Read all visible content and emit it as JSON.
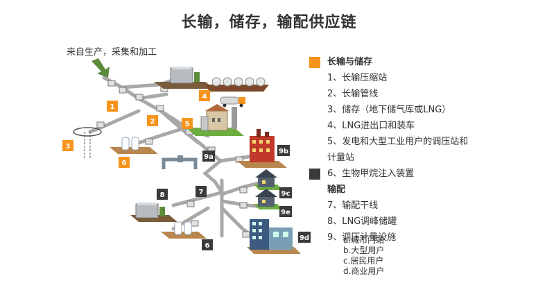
{
  "title": "长输，储存，输配供应链",
  "source_label": "来自生产，采集和加工",
  "colors": {
    "orange": "#f7941d",
    "dark": "#3a3a3a",
    "pipe": "#9e9e9e"
  },
  "legend": {
    "long_haul_header": "长输与储存",
    "items_orange": [
      "1、长输压缩站",
      "2、长输管线",
      "3、储存（地下储气库或LNG）",
      "4、LNG进出口和装车",
      "5、发电和大型工业用户的调压站和",
      "计量站"
    ],
    "item_dark": "6、生物甲烷注入装置",
    "distribution_header": "输配",
    "items_distribution": [
      "7、输配干线",
      "8、LNG调峰储罐",
      "9、调压计量设施"
    ],
    "sub_items": [
      "a.城市门站",
      "b.大型用户",
      "c.居民用户",
      "d.商业用户"
    ]
  },
  "badges": {
    "b1": "1",
    "b2": "2",
    "b3": "3",
    "b4": "4",
    "b5": "5",
    "b6a": "6",
    "b9a": "9a",
    "b9b": "9b",
    "b7": "7",
    "b8": "8",
    "b9c": "9c",
    "b9e": "9e",
    "b6b": "6",
    "b9d": "9d"
  }
}
